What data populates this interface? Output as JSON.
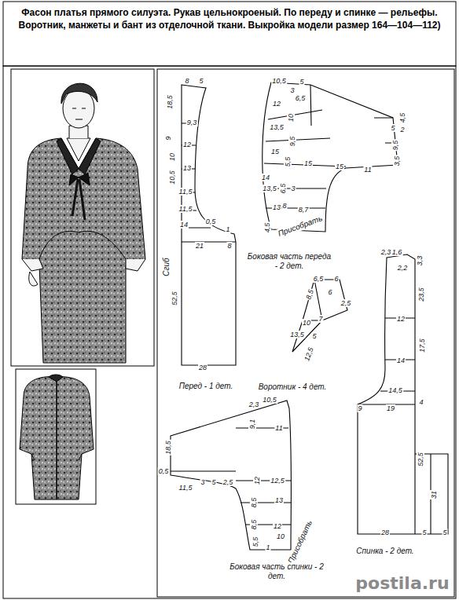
{
  "diagram": {
    "title": "Фасон платья прямого силуэта. Рукав цельнокроеный. По переду и спинке — рельефы. Воротник, манжеты и бант из отделочной ткани. Выкройка модели размер 164—104—112)",
    "labels": [
      "8",
      "5",
      "18,5",
      "9,3",
      "9",
      "12",
      "10",
      "13",
      "10,5",
      "11,5",
      "11,5",
      "14",
      "0,5",
      "1",
      "21",
      "8",
      "Сгиб",
      "52,5",
      "28",
      "Перед - 1 дет.",
      "10,5",
      "5",
      "3",
      "6,5",
      "12",
      "10",
      "13,5",
      "9,5",
      "15",
      "5,5",
      "15",
      "14",
      "13,5",
      "6,5",
      "3",
      "13",
      "8",
      "8,7",
      "4,5",
      "Присобрать",
      "4,5",
      "5",
      "2",
      "9,5",
      "3,5",
      "15",
      "11",
      "Боковая часть переда - 2 дет.",
      "6,5",
      "6",
      "8,5",
      "6",
      "2,5",
      "10",
      "7",
      "13,5",
      "5",
      "12,5",
      "Воротник - 4 дет.",
      "2,3",
      "1,6",
      "3,3",
      "2,2",
      "23,5",
      "12",
      "17,5",
      "14",
      "14,5",
      "9",
      "19",
      "4",
      "52,5",
      "31",
      "28",
      "5",
      "5",
      "Спинка - 2 дет.",
      "10,5",
      "2,3",
      "9,1",
      "11",
      "18,5",
      "0,5",
      "11,5",
      "3",
      "5",
      "2,5",
      "12",
      "12,5",
      "8,5",
      "13",
      "8,5",
      "12",
      "5,5",
      "10",
      "1",
      "Присобрать",
      "Боковая часть спинки - 2 дет.",
      "postila.ru"
    ]
  }
}
